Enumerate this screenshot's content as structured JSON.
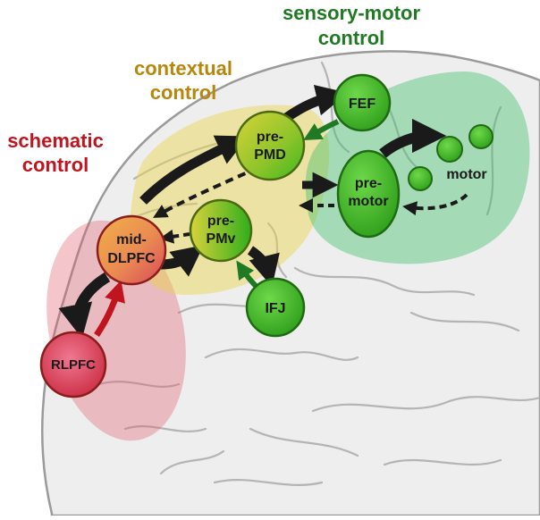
{
  "regions": {
    "schematic": {
      "label_line1": "schematic",
      "label_line2": "control",
      "color": "#e05a6a"
    },
    "contextual": {
      "label_line1": "contextual",
      "label_line2": "control",
      "color": "#e8d34a"
    },
    "sensory_motor": {
      "label_line1": "sensory-motor",
      "label_line2": "control",
      "color": "#3fbf6a"
    }
  },
  "nodes": {
    "fef": {
      "line1": "FEF"
    },
    "prepmd": {
      "line1": "pre-",
      "line2": "PMD"
    },
    "premotor": {
      "line1": "pre-",
      "line2": "motor"
    },
    "motor": {
      "line1": "motor"
    },
    "middlpfc": {
      "line1": "mid-",
      "line2": "DLPFC"
    },
    "prepmv": {
      "line1": "pre-",
      "line2": "PMv"
    },
    "ifj": {
      "line1": "IFJ"
    },
    "rlpfc": {
      "line1": "RLPFC"
    }
  },
  "colors": {
    "arrow_black": "#1a1a1a",
    "arrow_red": "#c0141e",
    "arrow_green": "#1f7a23",
    "node_green": "#3cb81e",
    "node_red": "#d9485a"
  }
}
